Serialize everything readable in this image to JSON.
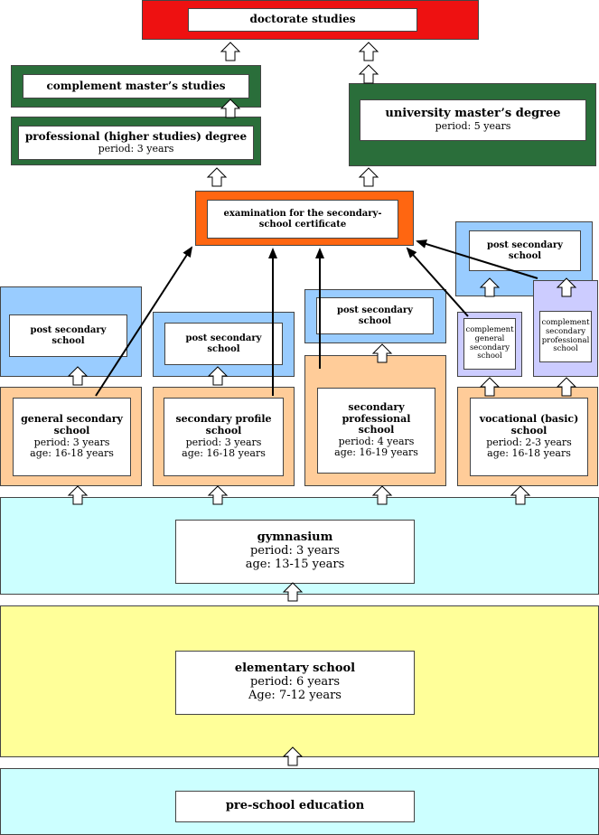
{
  "colors": {
    "doctorate": "#ee1111",
    "green": "#2a6e3a",
    "orange_exam": "#ff6611",
    "blue": "#99ccff",
    "peach": "#ffcc99",
    "lavender": "#ccccff",
    "cyan": "#ccffff",
    "yellow": "#ffff99"
  },
  "doctorate": {
    "title": "doctorate studies"
  },
  "complement_masters": {
    "title": "complement master’s studies"
  },
  "professional_degree": {
    "title": "professional (higher studies) degree",
    "period": "period: 3 years"
  },
  "university_masters": {
    "title": "university master’s degree",
    "period": "period: 5 years"
  },
  "exam": {
    "line1": "examination for the secondary-",
    "line2": "school certificate"
  },
  "post_secondary": {
    "label_line1": "post secondary",
    "label_line2": "school"
  },
  "complement_general": {
    "l1": "complement",
    "l2": "general",
    "l3": "secondary",
    "l4": "school"
  },
  "complement_professional": {
    "l1": "complement",
    "l2": "secondary",
    "l3": "professional",
    "l4": "school"
  },
  "general_secondary": {
    "l1": "general secondary",
    "l2": "school",
    "period": "period: 3 years",
    "age": "age: 16-18 years"
  },
  "secondary_profile": {
    "l1": "secondary profile",
    "l2": "school",
    "period": "period: 3 years",
    "age": "age: 16-18 years"
  },
  "secondary_professional": {
    "l1": "secondary",
    "l2": "professional",
    "l3": "school",
    "period": "period: 4 years",
    "age": "age: 16-19 years"
  },
  "vocational": {
    "l1": "vocational (basic)",
    "l2": "school",
    "period": "period: 2-3 years",
    "age": "age: 16-18 years"
  },
  "gymnasium": {
    "title": "gymnasium",
    "period": "period: 3 years",
    "age": "age:  13-15 years"
  },
  "elementary": {
    "title": "elementary school",
    "period": "period: 6 years",
    "age": "Age: 7-12 years"
  },
  "preschool": {
    "title": "pre-school education"
  }
}
